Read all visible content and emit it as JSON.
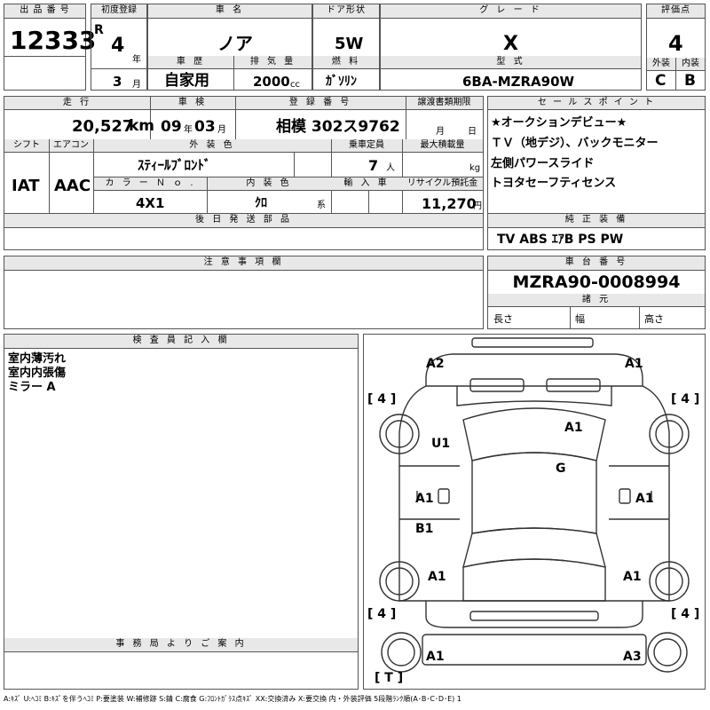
{
  "header": {
    "lot_label": "出 品 番 号",
    "lot_no": "12333",
    "first_reg_label": "初度登録",
    "era": "R",
    "year": "4",
    "year_unit": "年",
    "month": "3",
    "month_unit": "月",
    "car_name_label": "車 名",
    "car_name": "ノア",
    "history_label": "車 歴",
    "history": "自家用",
    "displacement_label": "排 気 量",
    "displacement": "2000",
    "cc_unit": "cc",
    "door_label": "ドア形状",
    "door": "5W",
    "fuel_label": "燃 料",
    "fuel": "ｶﾞｿﾘﾝ",
    "grade_label": "グ レ ー ド",
    "grade": "X",
    "model_label": "型 式",
    "model": "6BA-MZRA90W",
    "score_label": "評価点",
    "score": "4",
    "ext_label": "外装",
    "ext": "C",
    "int_label": "内装",
    "int": "B"
  },
  "row2": {
    "mileage_label": "走 行",
    "mileage": "20,527",
    "km_unit": "km",
    "inspection_label": "車 検",
    "insp_year": "09",
    "insp_year_unit": "年",
    "insp_month": "03",
    "insp_month_unit": "月",
    "plate_label": "登 録 番 号",
    "plate": "相模 302ス9762",
    "transfer_label": "譲渡書類期限",
    "transfer_month": "月",
    "transfer_day": "日",
    "selling_label": "セ ー ル ス ポ イ ン ト",
    "selling_points": [
      "★オークションデビュー★",
      "ＴＶ（地デジ）、バックモニター",
      "左側パワースライド",
      "トヨタセーフティセンス"
    ]
  },
  "row3": {
    "shift_label": "シフト",
    "shift": "IAT",
    "ac_label": "エアコン",
    "ac": "AAC",
    "ext_color_label": "外 装 色",
    "ext_color": "ｽﾃｨｰﾙﾌﾞﾛﾝﾄﾞ",
    "capacity_label": "乗車定員",
    "capacity": "7",
    "capacity_unit": "人",
    "max_load_label": "最大積載量",
    "max_load_unit": "kg",
    "color_no_label": "カ ラ ー Ｎ ｏ .",
    "color_no": "4X1",
    "int_color_label": "内 装 色",
    "int_color": "ｸﾛ",
    "int_color_unit": "系",
    "import_label": "輸 入 車",
    "recycle_label": "リサイクル預託金",
    "recycle": "11,270",
    "recycle_unit": "円"
  },
  "parts": {
    "later_label": "後 日 発 送 部 品",
    "genuine_label": "純 正 装 備",
    "genuine": "TV ABS ｴｱB PS PW"
  },
  "notice": {
    "caution_label": "注 意 事 項 欄",
    "chassis_label": "車 台 番 号",
    "chassis": "MZRA90-0008994",
    "specs_label": "諸 元",
    "length_label": "長さ",
    "width_label": "幅",
    "height_label": "高さ"
  },
  "inspector": {
    "label": "検 査 員 記 入 欄",
    "notes": [
      "室内薄汚れ",
      "室内内張傷",
      "ミラー A"
    ],
    "office_label": "事 務 局 よ り ご 案 内"
  },
  "diagram": {
    "marks": [
      "A2",
      "A1",
      "A1",
      "U1",
      "G",
      "A1",
      "A1",
      "B1",
      "A1",
      "A1",
      "A1",
      "A3"
    ],
    "tires": [
      "4",
      "4",
      "4",
      "4",
      "T"
    ]
  },
  "legend": "A:ｷｽﾞ U:ﾍｺﾐ B:ｷｽﾞを伴うﾍｺﾐ P:要塗装 W:補修跡 S:錆 C:腐食 G:ﾌﾛﾝﾄｶﾞﾗｽ点ｷｽﾞ XX:交換済み X:要交換 内・外装評価 5段階ﾗﾝｸ順(A･B･C･D･E) 1"
}
